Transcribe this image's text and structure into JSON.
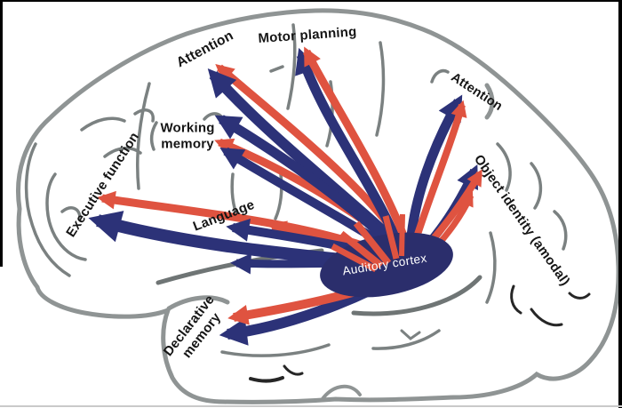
{
  "diagram": {
    "type": "brain-connectivity-diagram",
    "hub": {
      "label": "Auditory cortex"
    },
    "labels": {
      "attention_left": "Attention",
      "motor_planning": "Motor planning",
      "working_memory": "Working memory",
      "executive_function": "Executive function",
      "language": "Language",
      "declarative_memory": "Declarative memory",
      "attention_right": "Attention",
      "object_identity": "Object identity (amodal)"
    },
    "colors": {
      "arrow_red": "#df5340",
      "arrow_blue": "#2c3278",
      "hub_fill": "#2b2e6c",
      "hub_text": "#ffffff",
      "brain_outline": "#8f9494",
      "sulci_gray": "#7b8181",
      "sulci_dark": "#262626",
      "label_text": "#151515",
      "background": "#ffffff"
    },
    "connections": [
      {
        "from": "auditory-cortex",
        "to": "attention-left",
        "arrows": [
          "blue",
          "red"
        ]
      },
      {
        "from": "auditory-cortex",
        "to": "motor-planning",
        "arrows": [
          "blue",
          "red"
        ]
      },
      {
        "from": "auditory-cortex",
        "to": "working-memory",
        "arrows": [
          "blue",
          "blue",
          "red"
        ]
      },
      {
        "from": "auditory-cortex",
        "to": "executive-function",
        "arrows": [
          "blue",
          "red"
        ]
      },
      {
        "from": "auditory-cortex",
        "to": "language",
        "arrows": [
          "blue",
          "blue",
          "red"
        ]
      },
      {
        "from": "auditory-cortex",
        "to": "declarative-memory",
        "arrows": [
          "blue",
          "red"
        ]
      },
      {
        "from": "auditory-cortex",
        "to": "attention-right",
        "arrows": [
          "blue",
          "red"
        ]
      },
      {
        "from": "auditory-cortex",
        "to": "object-identity",
        "arrows": [
          "blue",
          "red",
          "red"
        ]
      }
    ]
  }
}
